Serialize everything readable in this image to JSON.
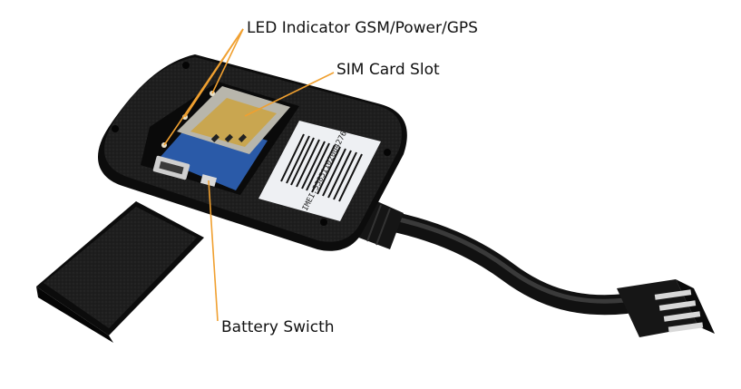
{
  "labels": {
    "led_indicator": "LED Indicator  GSM/Power/GPS",
    "sim_card_slot": "SIM Card Slot",
    "battery_switch": "Battery Swicth"
  },
  "barcode": {
    "text": "IMEI:358511020042765"
  },
  "colors": {
    "leader_line": "#f0a030",
    "device_body": "#1c1c1c",
    "pcb": "#2a5aa8",
    "background": "#ffffff"
  }
}
